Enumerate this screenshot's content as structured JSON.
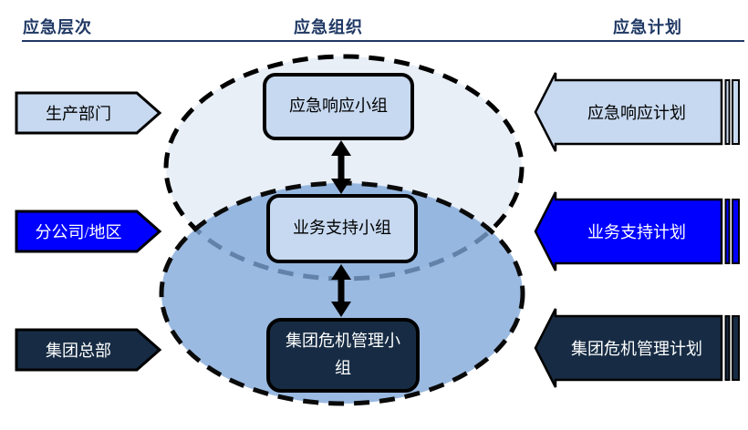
{
  "header": {
    "level_col": "应急层次",
    "org_col": "应急组织",
    "plan_col": "应急计划"
  },
  "levels": [
    {
      "label": "生产部门"
    },
    {
      "label": "分公司/地区"
    },
    {
      "label": "集团总部"
    }
  ],
  "teams": [
    {
      "label": "应急响应小组"
    },
    {
      "label": "业务支持小组"
    },
    {
      "label": "集团危机管理小组"
    }
  ],
  "plans": [
    {
      "label": "应急响应计划"
    },
    {
      "label": "业务支持计划"
    },
    {
      "label": "集团危机管理计划"
    }
  ],
  "icons": {
    "connector": "double-headed-arrow"
  },
  "colors": {
    "light_blue": "#C7D9F0",
    "bright_blue": "#0000FE",
    "dark_navy": "#172C44",
    "pale_ellipse": "#E9EFF7",
    "mid_ellipse": "#7FA7D9",
    "header_text": "#1F3864",
    "outline_black": "#000000"
  }
}
